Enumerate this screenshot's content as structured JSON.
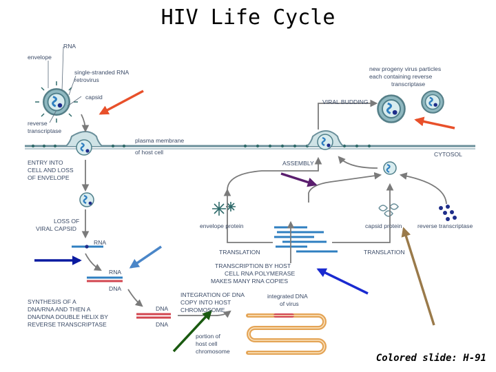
{
  "slide": {
    "title": "HIV Life Cycle",
    "footer": "Colored slide: H-91"
  },
  "colors": {
    "membrane": "#6a8f9a",
    "rna": "#2f7fc0",
    "dna_red": "#d2454f",
    "chromosome": "#e4a456",
    "arrow_gray": "#7a7a7a",
    "arrow_red": "#e8502a",
    "arrow_purple": "#5a1e6e",
    "arrow_navy": "#0a1aa0",
    "arrow_steel": "#4a86c8",
    "arrow_blue": "#1a2ad0",
    "arrow_green": "#1a5a10",
    "arrow_brown": "#9a7a4a"
  },
  "labels": {
    "rna_top": "RNA",
    "envelope": "envelope",
    "single_stranded_1": "single-stranded RNA",
    "single_stranded_2": "retrovirus",
    "capsid": "capsid",
    "reverse_transcriptase_1": "reverse",
    "reverse_transcriptase_2": "transcriptase",
    "plasma_membrane_1": "plasma membrane",
    "plasma_membrane_2": "of host cell",
    "progeny_1": "new progeny virus particles",
    "progeny_2": "each containing reverse",
    "progeny_3": "transcriptase",
    "viral_budding": "VIRAL BUDDING",
    "cytosol": "CYTOSOL",
    "assembly": "ASSEMBLY",
    "entry_1": "ENTRY INTO",
    "entry_2": "CELL AND LOSS",
    "entry_3": "OF ENVELOPE",
    "loss_capsid_1": "LOSS OF",
    "loss_capsid_2": "VIRAL CAPSID",
    "envelope_protein": "envelope protein",
    "capsid_protein": "capsid protein",
    "reverse_transcriptase_right": "reverse transcriptase",
    "rna_mid": "RNA",
    "translation_left": "TRANSLATION",
    "translation_right": "TRANSLATION",
    "transcription_1": "TRANSCRIPTION BY HOST",
    "transcription_2": "CELL RNA POLYMERASE",
    "transcription_3": "MAKES MANY RNA COPIES",
    "rna_hybrid": "RNA",
    "dna_hybrid": "DNA",
    "synthesis_1": "SYNTHESIS OF A",
    "synthesis_2": "DNA/RNA AND THEN A",
    "synthesis_3": "DNA/DNA DOUBLE HELIX BY",
    "synthesis_4": "REVERSE TRANSCRIPTASE",
    "dna_top": "DNA",
    "dna_bottom": "DNA",
    "integration_1": "INTEGRATION OF DNA",
    "integration_2": "COPY INTO HOST",
    "integration_3": "CHROMOSOME",
    "integrated_1": "integrated DNA",
    "integrated_2": "of virus",
    "portion_1": "portion of",
    "portion_2": "host cell",
    "portion_3": "chromosome"
  }
}
